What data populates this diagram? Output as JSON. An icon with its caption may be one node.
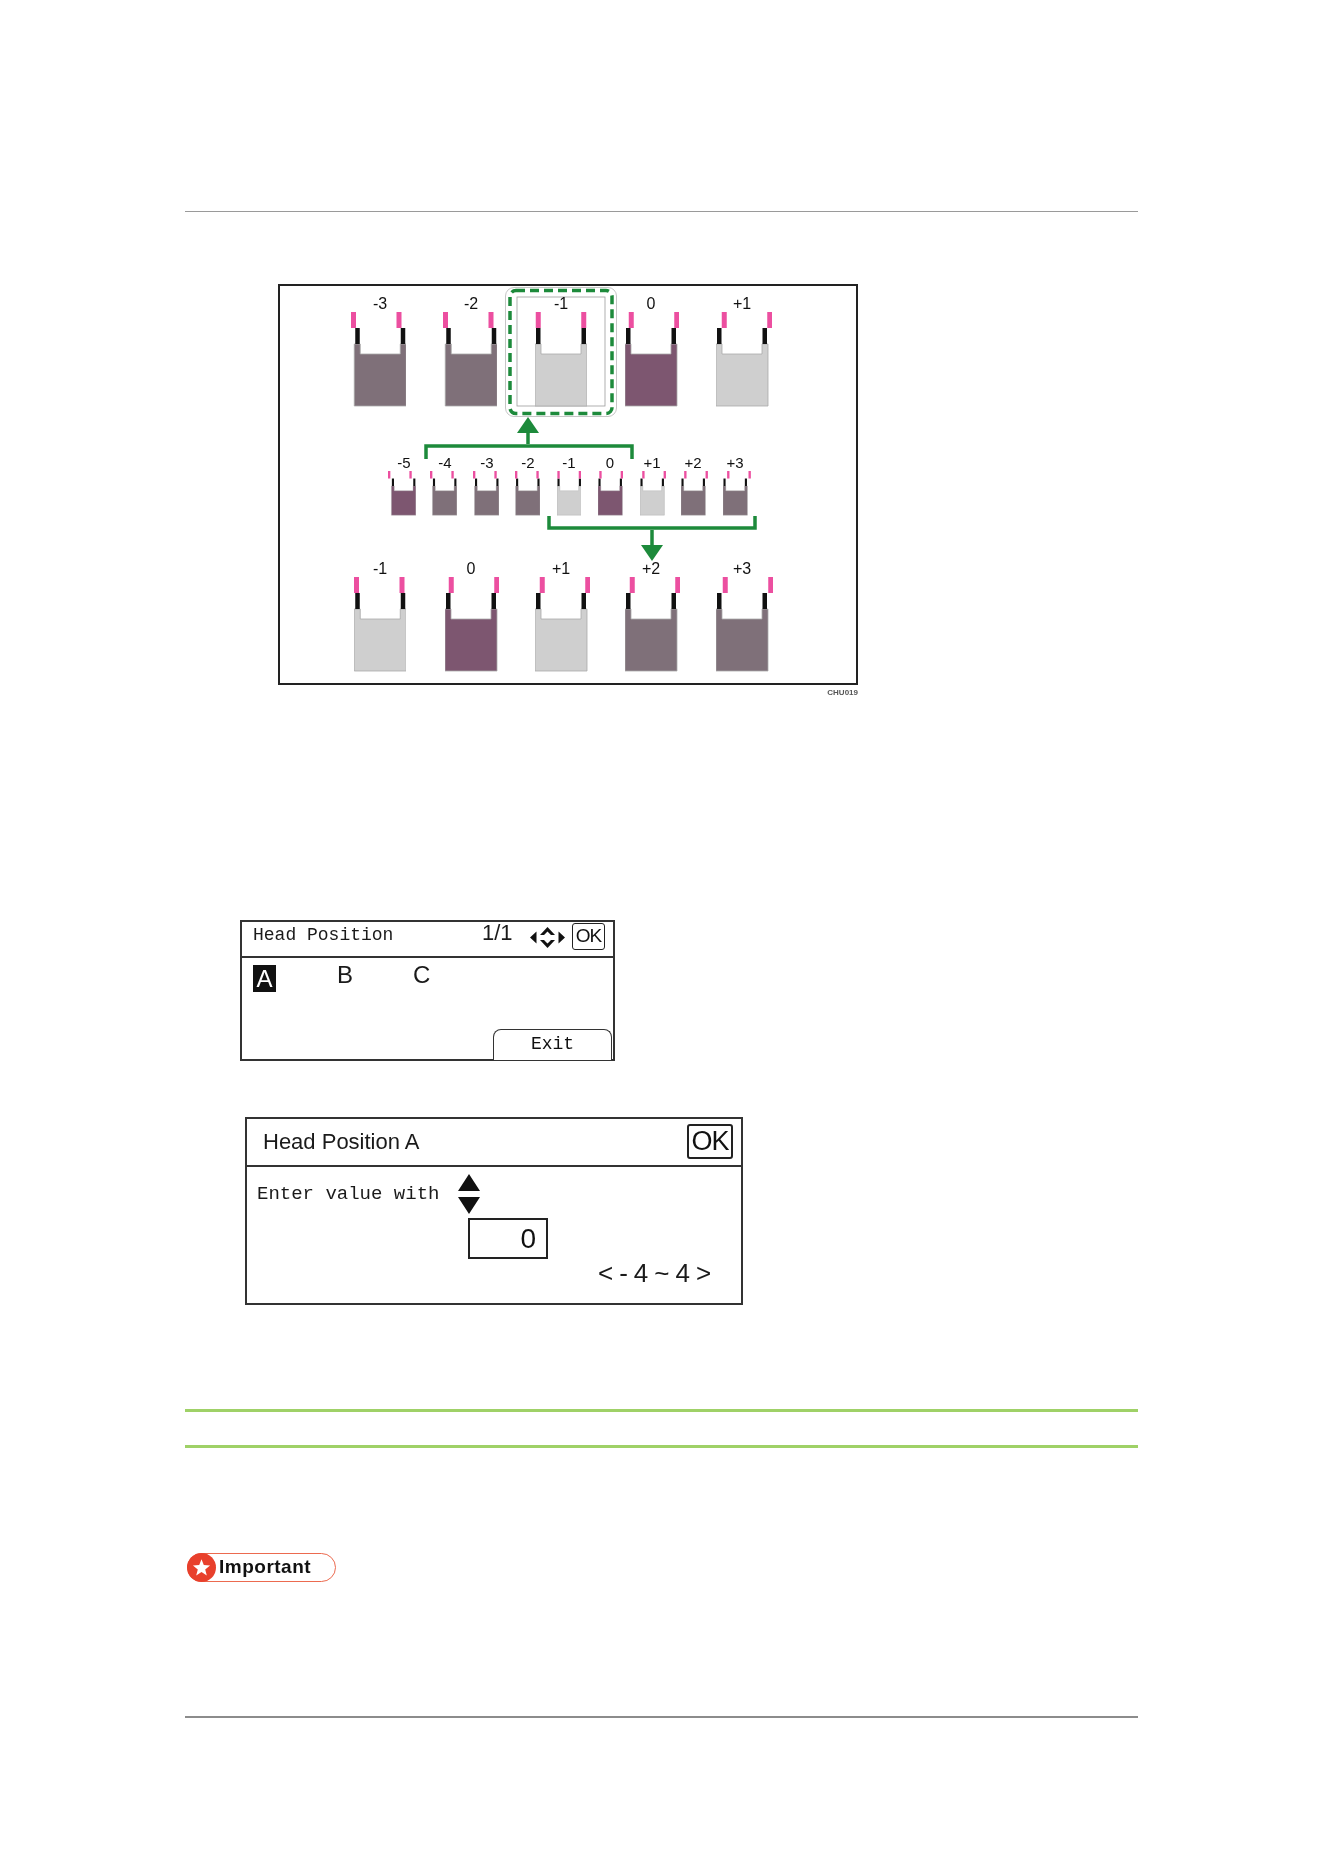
{
  "diagram": {
    "nodes": [
      {
        "text": [
          "-3"
        ]
      },
      {
        "text": [
          "-2"
        ]
      },
      {
        "text": [],
        "shape": "box"
      },
      {
        "text": [
          "-1"
        ],
        "in": 2
      },
      {
        "text": [
          "0"
        ]
      },
      {
        "text": [
          "+1"
        ]
      },
      {
        "text": [],
        "shape": "bracket"
      },
      {
        "text": [
          "-5"
        ]
      },
      {
        "text": [
          "-4"
        ]
      },
      {
        "text": [
          "-3"
        ]
      },
      {
        "text": [
          "-2"
        ]
      },
      {
        "text": [
          "-1"
        ]
      },
      {
        "text": [
          "0"
        ]
      },
      {
        "text": [
          "+1"
        ]
      },
      {
        "text": [
          "+2"
        ]
      },
      {
        "text": [
          "+3"
        ]
      },
      {
        "text": [],
        "shape": "bracket"
      },
      {
        "text": [
          "-1"
        ]
      },
      {
        "text": [
          "0"
        ]
      },
      {
        "text": [
          "+1"
        ]
      },
      {
        "text": [
          "+2"
        ]
      },
      {
        "text": [
          "+3"
        ]
      },
      {
        "text": [
          "Head Position",
          "1/1",
          "B",
          "C"
        ]
      },
      {
        "text": [
          "OK"
        ],
        "in": 22
      },
      {
        "text": [
          "A"
        ],
        "in": 22
      },
      {
        "text": [
          "Exit"
        ],
        "in": 22
      },
      {
        "text": [
          "Head Position A",
          "Enter value with",
          "<-4~4>"
        ]
      },
      {
        "text": [
          "OK"
        ],
        "in": 26
      },
      {
        "text": [
          "0"
        ],
        "in": 26
      }
    ],
    "edges": [
      {
        "from": 6,
        "to": 2,
        "arrow": "to"
      },
      {
        "from": 16,
        "to": 20,
        "arrow": "to"
      }
    ],
    "labels": [
      "CHU019",
      "Important"
    ]
  }
}
